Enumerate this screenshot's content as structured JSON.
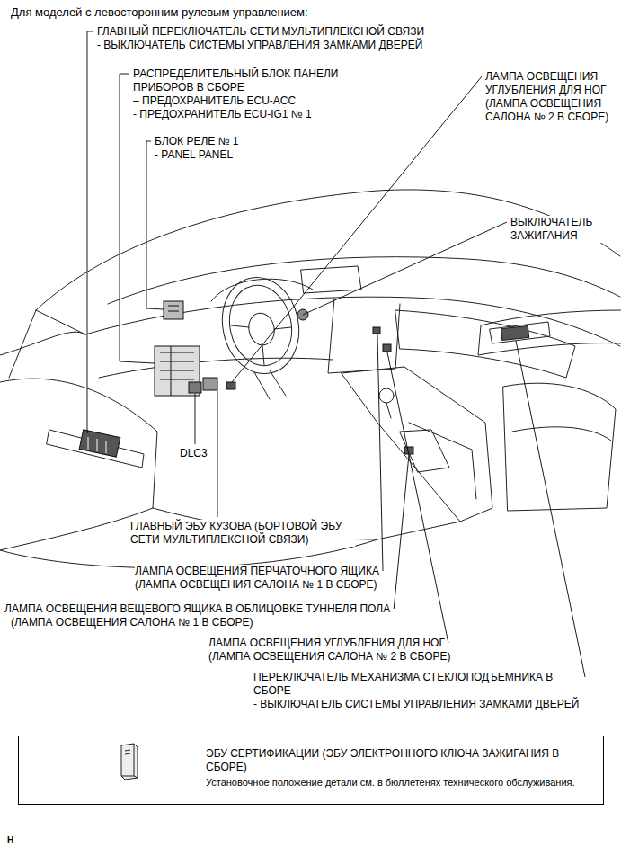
{
  "diagram": {
    "title": "Для моделей с левосторонним рулевым управлением:",
    "nodes": [
      {
        "text": [
          "ЭБУ СЕРТИФИКАЦИИ (ЭБУ ЭЛЕКТРОННОГО КЛЮЧА ЗАЖИГАНИЯ В СБОРЕ)",
          "Установочное положение детали см. в бюллетенях технического обслуживания."
        ]
      }
    ],
    "labels": [
      "ГЛАВНЫЙ ПЕРЕКЛЮЧАТЕЛЬ СЕТИ МУЛЬТИПЛЕКСНОЙ СВЯЗИ",
      "- ВЫКЛЮЧАТЕЛЬ СИСТЕМЫ УПРАВЛЕНИЯ ЗАМКАМИ ДВЕРЕЙ",
      "РАСПРЕДЕЛИТЕЛЬНЫЙ БЛОК ПАНЕЛИ ПРИБОРОВ В СБОРЕ",
      "– ПРЕДОХРАНИТЕЛЬ ECU-ACC",
      "- ПРЕДОХРАНИТЕЛЬ ECU-IG1 № 1",
      "БЛОК РЕЛЕ № 1",
      "- PANEL PANEL",
      "ЛАМПА ОСВЕЩЕНИЯ УГЛУБЛЕНИЯ ДЛЯ НОГ",
      "(ЛАМПА ОСВЕЩЕНИЯ САЛОНА № 2 В СБОРЕ)",
      "ВЫКЛЮЧАТЕЛЬ ЗАЖИГАНИЯ",
      "DLC3",
      "ГЛАВНЫЙ ЭБУ КУЗОВА (БОРТОВОЙ ЭБУ СЕТИ МУЛЬТИПЛЕКСНОЙ СВЯЗИ)",
      "ЛАМПА ОСВЕЩЕНИЯ ПЕРЧАТОЧНОГО ЯЩИКА",
      "(ЛАМПА ОСВЕЩЕНИЯ САЛОНА № 1 В СБОРЕ)",
      "ЛАМПА ОСВЕЩЕНИЯ ВЕЩЕВОГО ЯЩИКА В ОБЛИЦОВКЕ ТУННЕЛЯ ПОЛА",
      "(ЛАМПА ОСВЕЩЕНИЯ САЛОНА № 1 В СБОРЕ)",
      "ЛАМПА ОСВЕЩЕНИЯ УГЛУБЛЕНИЯ ДЛЯ НОГ",
      "(ЛАМПА ОСВЕЩЕНИЯ САЛОНА № 2 В СБОРЕ)",
      "ПЕРЕКЛЮЧАТЕЛЬ МЕХАНИЗМА СТЕКЛОПОДЪЕМНИКА В СБОРЕ",
      "- ВЫКЛЮЧАТЕЛЬ СИСТЕМЫ УПРАВЛЕНИЯ ЗАМКАМИ ДВЕРЕЙ",
      "H"
    ]
  }
}
